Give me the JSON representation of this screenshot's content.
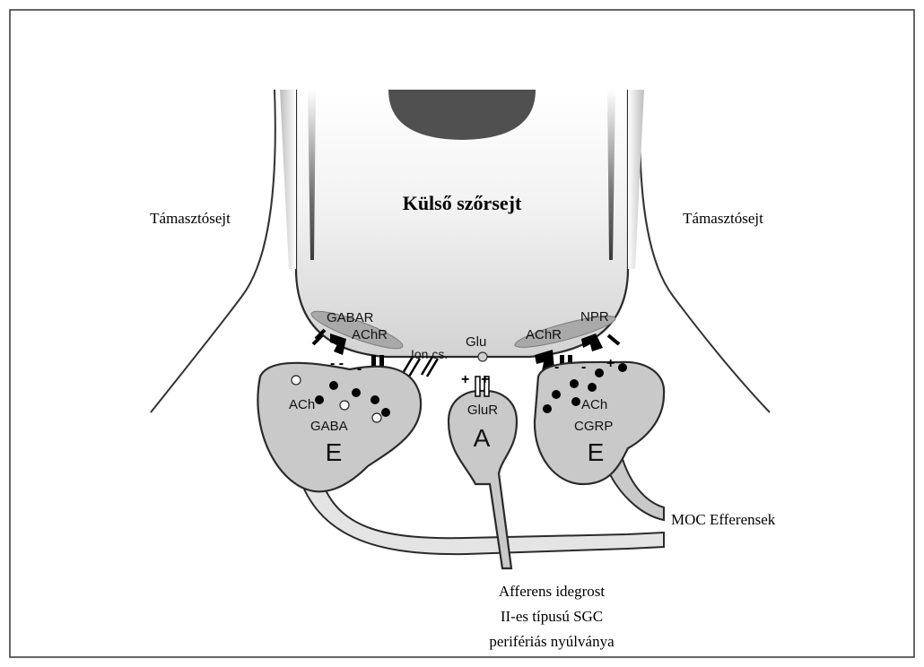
{
  "hair_cell_label": "Külső szőrsejt",
  "support_cell_left": "Támasztósejt",
  "support_cell_right": "Támasztósejt",
  "receptors": {
    "gabar": "GABAR",
    "achr_left": "AChR",
    "achr_right": "AChR",
    "npr": "NPR",
    "ion_channel": "Ion cs.",
    "glu": "Glu",
    "glur": "GluR"
  },
  "terminals": {
    "left_efferent": {
      "transmitter_1": "ACh",
      "transmitter_2": "GABA",
      "letter": "E"
    },
    "afferent": {
      "letter": "A"
    },
    "right_efferent": {
      "transmitter_1": "ACh",
      "transmitter_2": "CGRP",
      "letter": "E"
    }
  },
  "moc_label": "MOC Efferensek",
  "afferent_caption": {
    "line1": "Afferens idegrost",
    "line2": "II-es típusú SGC",
    "line3": "perifériás nyúlványa"
  },
  "colors": {
    "cell_fill": "#d6d6d6",
    "terminal_fill": "#c9c9c9",
    "outline": "#2a2a2a",
    "receptor": "#000000",
    "membrane_patch": "#a9a9a9"
  }
}
